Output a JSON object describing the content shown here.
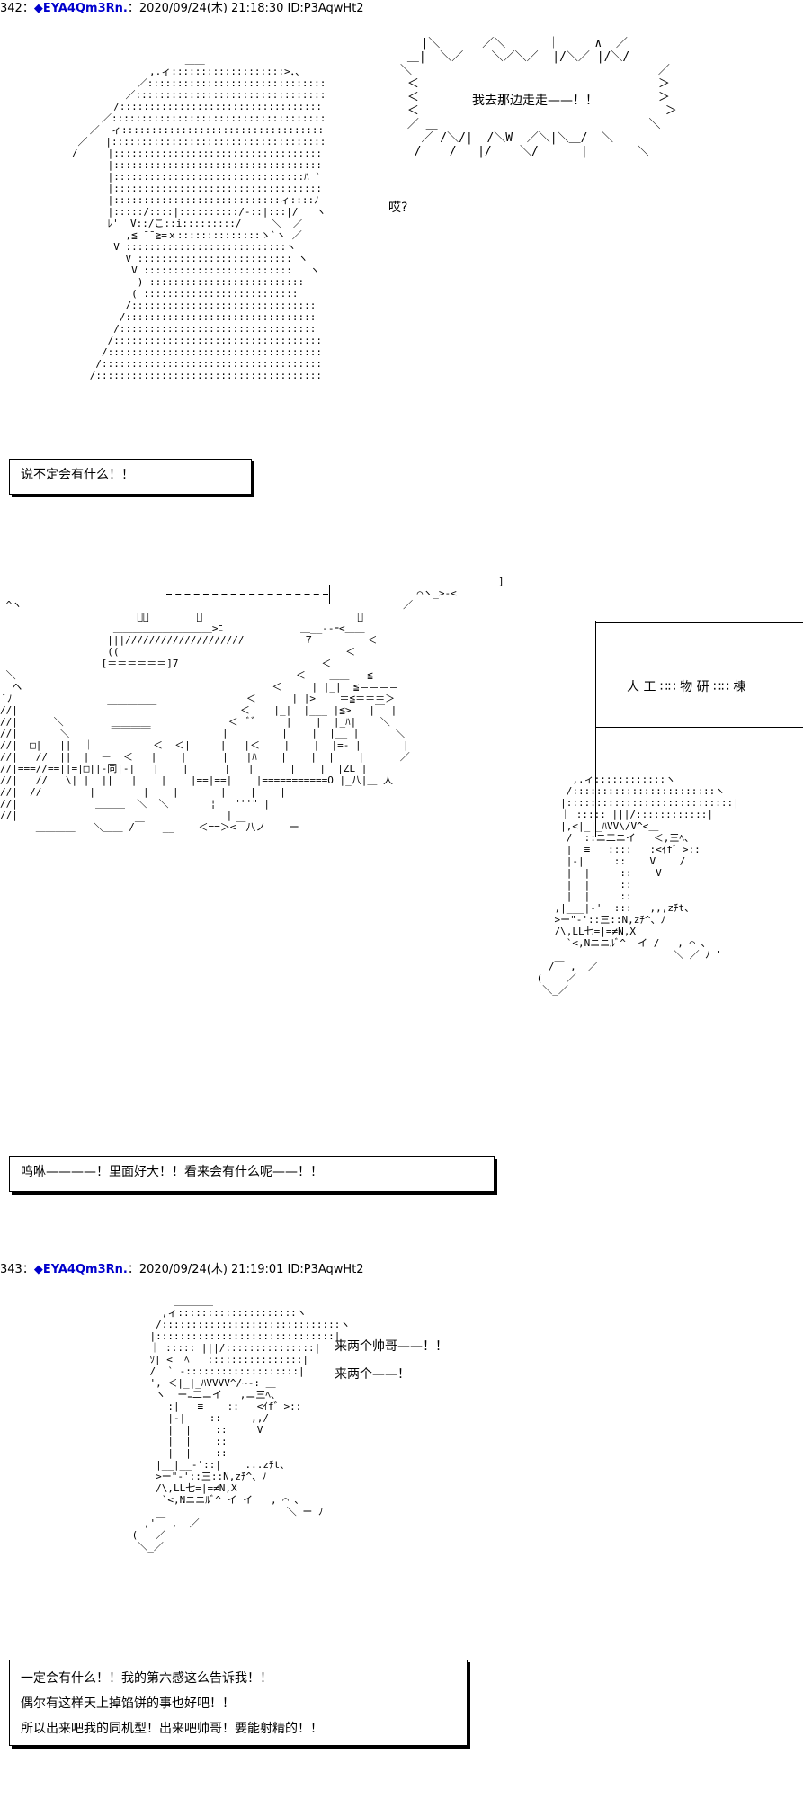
{
  "posts": [
    {
      "number": "342：",
      "name": "◆EYA4Qm3Rn.",
      "meta": "：2020/09/24(木) 21:18:30 ID:P3AqwHt2"
    },
    {
      "number": "343：",
      "name": "◆EYA4Qm3Rn.",
      "meta": "：2020/09/24(木) 21:19:01 ID:P3AqwHt2"
    }
  ],
  "panel1": {
    "shout": "我去那边走走——！！",
    "small_reaction": "哎?",
    "caption": "说不定会有什么！！"
  },
  "panel2": {
    "sign": "人 工 ∷∷ 物 研 ∷∷ 棟",
    "caption": "呜咻————！里面好大！！看来会有什么呢——！！"
  },
  "panel3": {
    "dialogue": [
      "来两个帅哥——！！",
      "来两个——！"
    ],
    "caption_lines": [
      "一定会有什么！！我的第六感这么告诉我！！",
      "偶尔有这样天上掉馅饼的事也好吧！！",
      "所以出来吧我的同机型！出来吧帅哥！要能射精的！！"
    ]
  }
}
